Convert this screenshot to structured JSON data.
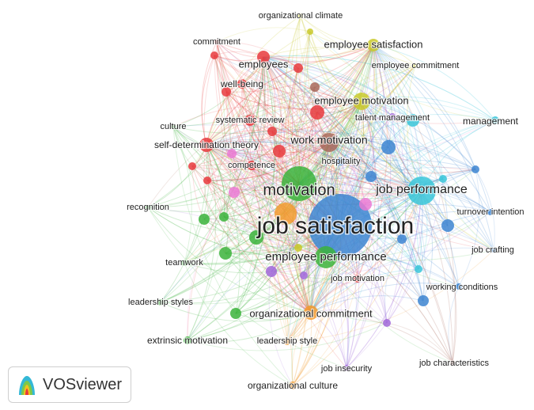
{
  "app": {
    "logo_text": "VOSviewer",
    "logo_icon": "vosviewer-logo-icon"
  },
  "cluster_colors": {
    "red": "#e8393d",
    "green": "#3bb33b",
    "blue": "#3d85d1",
    "yellow": "#c9c92a",
    "purple": "#a167d9",
    "cyan": "#38c6d9",
    "orange": "#f29a2e",
    "brown": "#a8685a",
    "pink": "#ea7ad4"
  },
  "network": {
    "nodes": [
      {
        "label": "job satisfaction",
        "cluster": "blue",
        "weight": 10
      },
      {
        "label": "motivation",
        "cluster": "green",
        "weight": 7
      },
      {
        "label": "job performance",
        "cluster": "cyan",
        "weight": 6
      },
      {
        "label": "employee performance",
        "cluster": "green",
        "weight": 5
      },
      {
        "label": "work motivation",
        "cluster": "brown",
        "weight": 4
      },
      {
        "label": "employee motivation",
        "cluster": "yellow",
        "weight": 4
      },
      {
        "label": "organizational commitment",
        "cluster": "orange",
        "weight": 3
      },
      {
        "label": "self-determination theory",
        "cluster": "red",
        "weight": 3
      },
      {
        "label": "employees",
        "cluster": "red",
        "weight": 3
      },
      {
        "label": "employee satisfaction",
        "cluster": "yellow",
        "weight": 3
      },
      {
        "label": "management",
        "cluster": "cyan",
        "weight": 2
      },
      {
        "label": "turnover intention",
        "cluster": "blue",
        "weight": 2
      },
      {
        "label": "working conditions",
        "cluster": "blue",
        "weight": 2
      },
      {
        "label": "organizational culture",
        "cluster": "orange",
        "weight": 2
      },
      {
        "label": "extrinsic motivation",
        "cluster": "green",
        "weight": 2
      },
      {
        "label": "well-being",
        "cluster": "red",
        "weight": 2
      },
      {
        "label": "systematic review",
        "cluster": "red",
        "weight": 2
      },
      {
        "label": "competence",
        "cluster": "red",
        "weight": 2
      },
      {
        "label": "talent management",
        "cluster": "purple",
        "weight": 1
      },
      {
        "label": "hospitality",
        "cluster": "blue",
        "weight": 1
      },
      {
        "label": "job motivation",
        "cluster": "red",
        "weight": 1
      },
      {
        "label": "leadership style",
        "cluster": "orange",
        "weight": 1
      },
      {
        "label": "leadership styles",
        "cluster": "green",
        "weight": 1
      },
      {
        "label": "job insecurity",
        "cluster": "purple",
        "weight": 1
      },
      {
        "label": "job characteristics",
        "cluster": "brown",
        "weight": 1
      },
      {
        "label": "job crafting",
        "cluster": "blue",
        "weight": 1
      },
      {
        "label": "teamwork",
        "cluster": "green",
        "weight": 1
      },
      {
        "label": "recognition",
        "cluster": "green",
        "weight": 1
      },
      {
        "label": "culture",
        "cluster": "green",
        "weight": 1
      },
      {
        "label": "commitment",
        "cluster": "red",
        "weight": 1
      },
      {
        "label": "organizational climate",
        "cluster": "yellow",
        "weight": 1
      },
      {
        "label": "employee commitment",
        "cluster": "yellow",
        "weight": 1
      }
    ],
    "unlabeled_nodes": [
      {
        "cluster": "blue"
      },
      {
        "cluster": "blue"
      },
      {
        "cluster": "blue"
      },
      {
        "cluster": "blue"
      },
      {
        "cluster": "blue"
      },
      {
        "cluster": "blue"
      },
      {
        "cluster": "cyan"
      },
      {
        "cluster": "cyan"
      },
      {
        "cluster": "cyan"
      },
      {
        "cluster": "red"
      },
      {
        "cluster": "red"
      },
      {
        "cluster": "red"
      },
      {
        "cluster": "red"
      },
      {
        "cluster": "red"
      },
      {
        "cluster": "red"
      },
      {
        "cluster": "red"
      },
      {
        "cluster": "red"
      },
      {
        "cluster": "green"
      },
      {
        "cluster": "green"
      },
      {
        "cluster": "green"
      },
      {
        "cluster": "green"
      },
      {
        "cluster": "green"
      },
      {
        "cluster": "pink"
      },
      {
        "cluster": "pink"
      },
      {
        "cluster": "pink"
      },
      {
        "cluster": "purple"
      },
      {
        "cluster": "purple"
      },
      {
        "cluster": "purple"
      },
      {
        "cluster": "orange"
      },
      {
        "cluster": "brown"
      },
      {
        "cluster": "yellow"
      },
      {
        "cluster": "yellow"
      }
    ]
  }
}
